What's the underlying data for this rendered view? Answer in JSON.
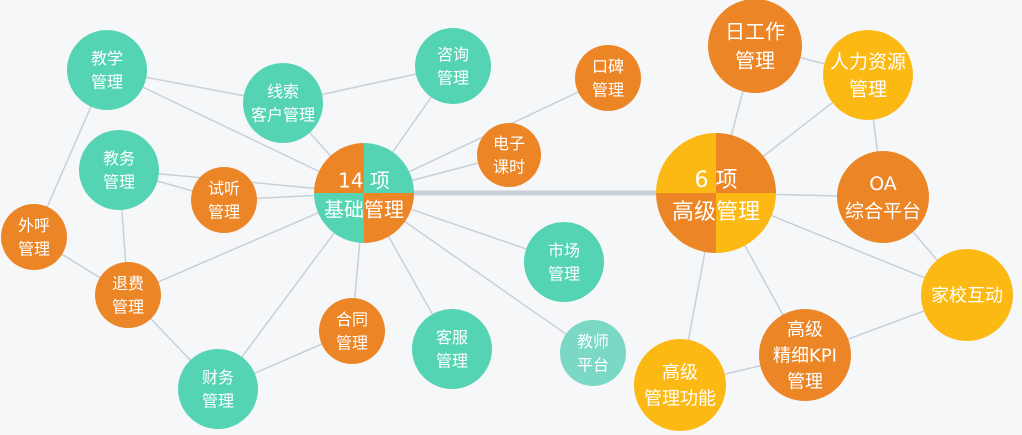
{
  "colors": {
    "teal": "#55d4b3",
    "teal_light": "#7ad8c4",
    "orange": "#ec8526",
    "yellow": "#fdb913",
    "line": "#c9d0d8"
  },
  "hubs": [
    {
      "id": "basic",
      "lines": [
        "14 项",
        "基础管理"
      ],
      "quadrants": [
        "orange",
        "teal",
        "teal",
        "orange"
      ]
    },
    {
      "id": "advanced",
      "lines": [
        "6 项",
        "高级管理"
      ],
      "quadrants": [
        "yellow",
        "orange",
        "orange",
        "yellow"
      ]
    }
  ],
  "nodes": [
    {
      "id": "teaching",
      "lines": [
        "教学",
        "管理"
      ],
      "color": "teal"
    },
    {
      "id": "leads",
      "lines": [
        "线索",
        "客户管理"
      ],
      "color": "teal"
    },
    {
      "id": "consult",
      "lines": [
        "咨询",
        "管理"
      ],
      "color": "teal"
    },
    {
      "id": "reputation",
      "lines": [
        "口碑",
        "管理"
      ],
      "color": "orange"
    },
    {
      "id": "ehours",
      "lines": [
        "电子",
        "课时"
      ],
      "color": "orange"
    },
    {
      "id": "academic",
      "lines": [
        "教务",
        "管理"
      ],
      "color": "teal"
    },
    {
      "id": "trial",
      "lines": [
        "试听",
        "管理"
      ],
      "color": "orange"
    },
    {
      "id": "outcall",
      "lines": [
        "外呼",
        "管理"
      ],
      "color": "orange"
    },
    {
      "id": "refund",
      "lines": [
        "退费",
        "管理"
      ],
      "color": "orange"
    },
    {
      "id": "finance",
      "lines": [
        "财务",
        "管理"
      ],
      "color": "teal"
    },
    {
      "id": "contract",
      "lines": [
        "合同",
        "管理"
      ],
      "color": "orange"
    },
    {
      "id": "service",
      "lines": [
        "客服",
        "管理"
      ],
      "color": "teal"
    },
    {
      "id": "market",
      "lines": [
        "市场",
        "管理"
      ],
      "color": "teal"
    },
    {
      "id": "teacher",
      "lines": [
        "教师",
        "平台"
      ],
      "color": "teal_light"
    },
    {
      "id": "daily",
      "lines": [
        "日工作",
        "管理"
      ],
      "color": "orange"
    },
    {
      "id": "hr",
      "lines": [
        "人力资源",
        "管理"
      ],
      "color": "yellow"
    },
    {
      "id": "oa",
      "lines": [
        "OA",
        "综合平台"
      ],
      "color": "orange"
    },
    {
      "id": "homeschool",
      "lines": [
        "家校互动"
      ],
      "color": "yellow"
    },
    {
      "id": "kpi",
      "lines": [
        "高级",
        "精细KPI",
        "管理"
      ],
      "color": "orange"
    },
    {
      "id": "advfunc",
      "lines": [
        "高级",
        "管理功能"
      ],
      "color": "yellow"
    }
  ],
  "edges": [
    [
      "teaching",
      "leads"
    ],
    [
      "teaching",
      "basic"
    ],
    [
      "teaching",
      "outcall"
    ],
    [
      "leads",
      "consult"
    ],
    [
      "leads",
      "basic"
    ],
    [
      "consult",
      "basic"
    ],
    [
      "reputation",
      "basic"
    ],
    [
      "ehours",
      "basic"
    ],
    [
      "academic",
      "trial"
    ],
    [
      "academic",
      "refund"
    ],
    [
      "academic",
      "basic"
    ],
    [
      "trial",
      "basic"
    ],
    [
      "outcall",
      "refund"
    ],
    [
      "refund",
      "basic"
    ],
    [
      "refund",
      "finance"
    ],
    [
      "finance",
      "basic"
    ],
    [
      "finance",
      "contract"
    ],
    [
      "contract",
      "basic"
    ],
    [
      "service",
      "basic"
    ],
    [
      "market",
      "basic"
    ],
    [
      "teacher",
      "basic"
    ],
    [
      "daily",
      "advanced"
    ],
    [
      "daily",
      "hr"
    ],
    [
      "hr",
      "advanced"
    ],
    [
      "hr",
      "oa"
    ],
    [
      "oa",
      "advanced"
    ],
    [
      "oa",
      "homeschool"
    ],
    [
      "homeschool",
      "advanced"
    ],
    [
      "homeschool",
      "kpi"
    ],
    [
      "kpi",
      "advanced"
    ],
    [
      "kpi",
      "advfunc"
    ],
    [
      "advfunc",
      "advanced"
    ]
  ],
  "main_edge": [
    "basic",
    "advanced"
  ]
}
